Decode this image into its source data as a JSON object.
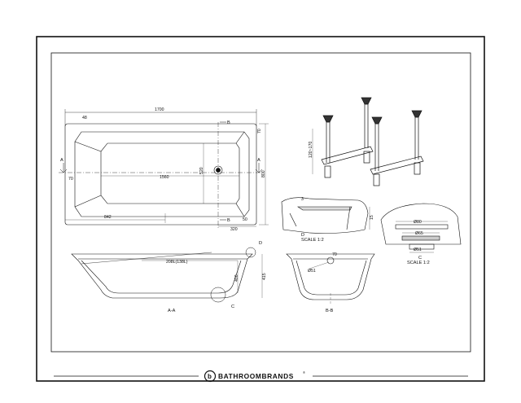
{
  "brand": {
    "name": "BATHROOMBRANDS",
    "mark": "b",
    "trademark": "®"
  },
  "plan": {
    "overall_length": "1700",
    "inner_length": "1560",
    "offset_top": "48",
    "offset_left": "70",
    "width": "800",
    "inner_width": "520",
    "waste_offset": "842",
    "right_top": "70",
    "right_bottom": "50",
    "waste_center": "320",
    "section_a": "A",
    "section_b": "B"
  },
  "section_aa": {
    "capacity": "208L(138L)",
    "height_outer": "415",
    "height_inner": "400",
    "title": "A-A",
    "detail_c": "C",
    "detail_d": "D"
  },
  "section_bb": {
    "title": "B-B",
    "waste_dia": "Ø51",
    "overflow": "70"
  },
  "detail_d": {
    "title": "D",
    "scale": "SCALE 1:2",
    "dim_top": "3",
    "dim_side": "15"
  },
  "detail_c": {
    "title": "C",
    "scale": "SCALE 1:2",
    "d1": "Ø80",
    "d2": "Ø65",
    "d3": "Ø51"
  },
  "legs": {
    "height": "120~170"
  }
}
